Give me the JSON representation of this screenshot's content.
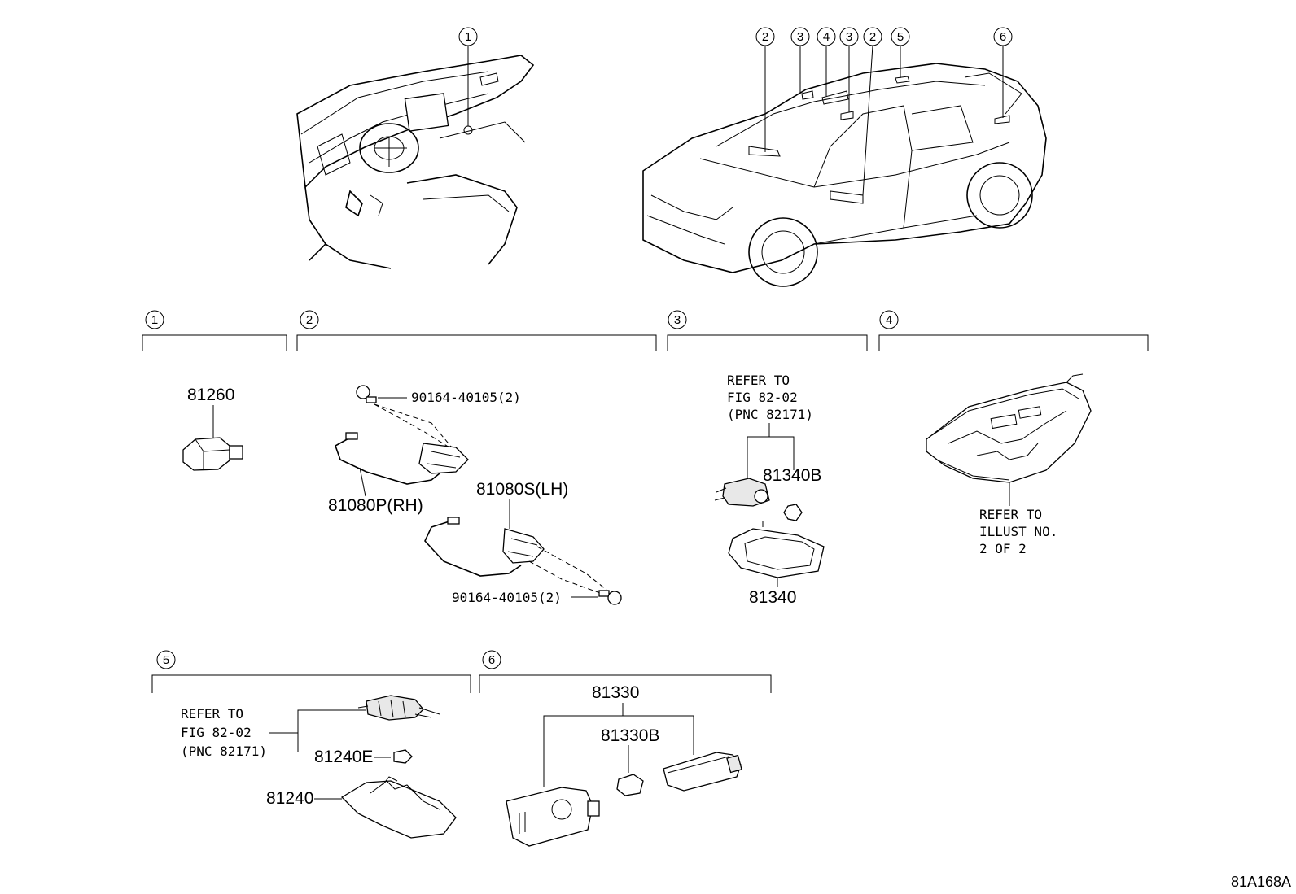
{
  "figure_code": "81A168A",
  "callouts": {
    "top_interior": [
      "1"
    ],
    "top_vehicle": [
      "2",
      "3",
      "4",
      "3",
      "2",
      "5",
      "6"
    ]
  },
  "sections": [
    {
      "num": "1"
    },
    {
      "num": "2"
    },
    {
      "num": "3"
    },
    {
      "num": "4"
    },
    {
      "num": "5"
    },
    {
      "num": "6"
    }
  ],
  "section1": {
    "part": "81260"
  },
  "section2": {
    "screw_top": "90164-40105(2)",
    "rh": "81080P(RH)",
    "lh": "81080S(LH)",
    "screw_bottom": "90164-40105(2)"
  },
  "section3": {
    "refer": [
      "REFER TO",
      "FIG 82-02",
      "(PNC 82171)"
    ],
    "bulb": "81340B",
    "lamp": "81340"
  },
  "section4": {
    "refer": [
      "REFER TO",
      "ILLUST NO.",
      "2 OF 2"
    ]
  },
  "section5": {
    "refer": [
      "REFER TO",
      "FIG 82-02",
      "(PNC 82171)"
    ],
    "bulb": "81240E",
    "lamp": "81240"
  },
  "section6": {
    "lamp": "81330",
    "bulb": "81330B"
  }
}
